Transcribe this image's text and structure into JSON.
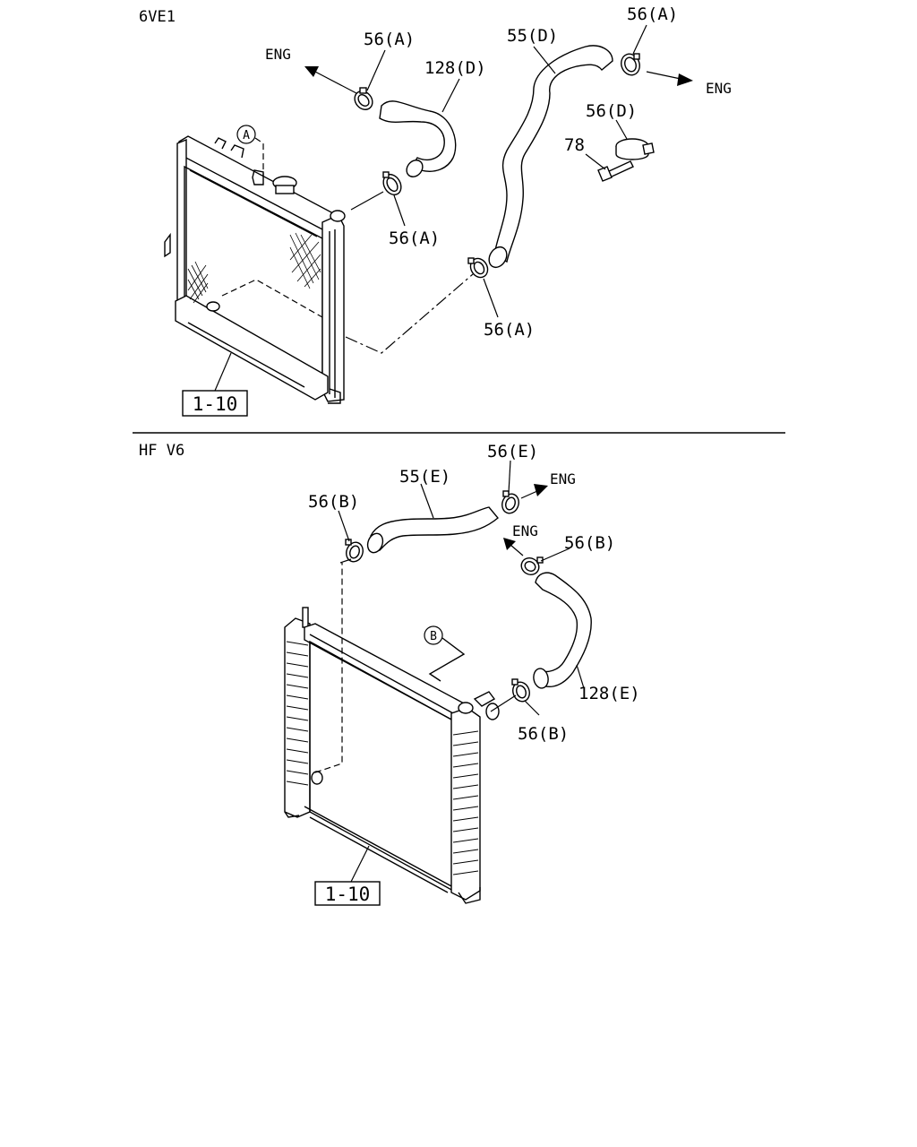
{
  "sections": [
    {
      "id": "top",
      "label": "6VE1"
    },
    {
      "id": "bottom",
      "label": "HF V6"
    }
  ],
  "callouts": {
    "top_56A_1": "56(A)",
    "top_128D": "128(D)",
    "top_55D": "55(D)",
    "top_56A_2": "56(A)",
    "top_56D": "56(D)",
    "top_78": "78",
    "top_56A_3": "56(A)",
    "top_56A_4": "56(A)",
    "bot_56E": "56(E)",
    "bot_55E": "55(E)",
    "bot_56B_1": "56(B)",
    "bot_56B_2": "56(B)",
    "bot_128E": "128(E)",
    "bot_56B_3": "56(B)"
  },
  "direction_labels": {
    "top_left": "ENG",
    "top_right": "ENG",
    "bot_upper": "ENG",
    "bot_lower": "ENG"
  },
  "reference_markers": {
    "top": "A",
    "bottom": "B"
  },
  "reference_boxes": {
    "top": "1-10",
    "bottom": "1-10"
  }
}
